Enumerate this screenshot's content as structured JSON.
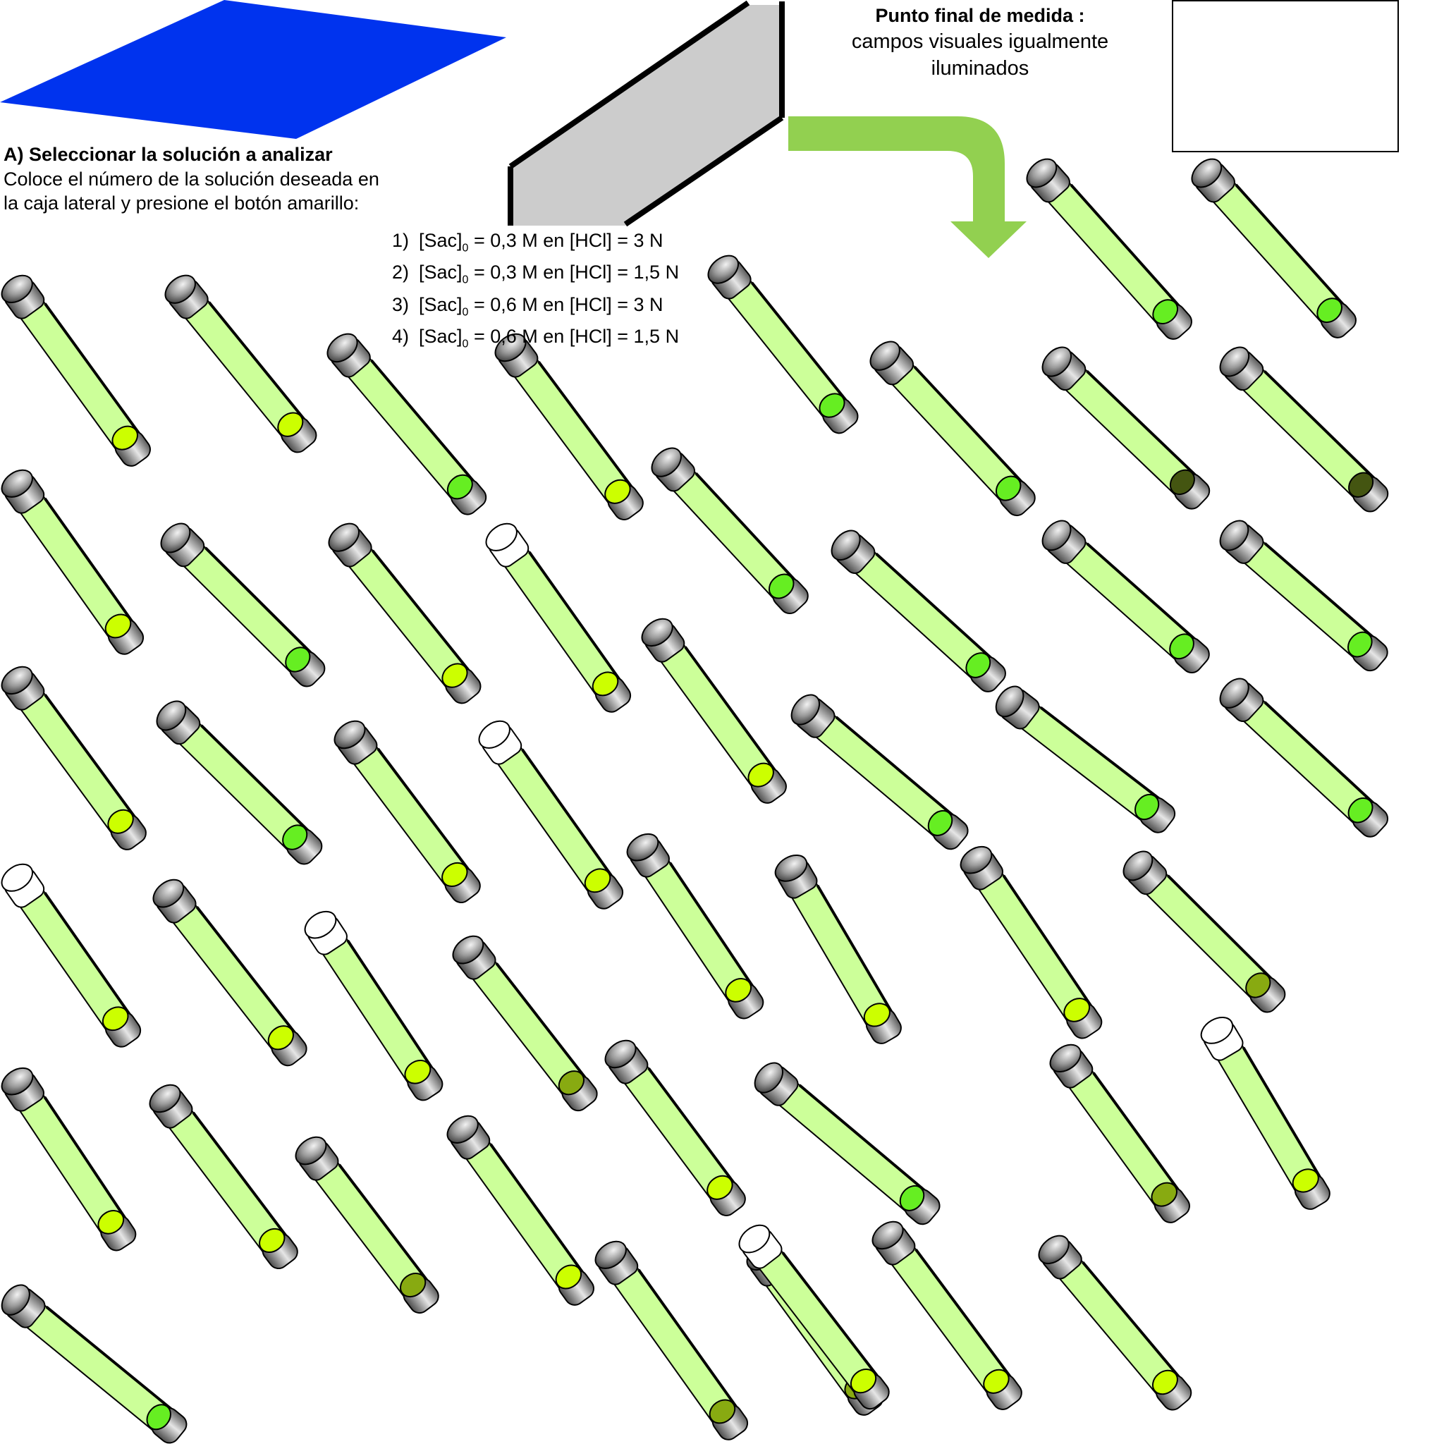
{
  "instructions": {
    "title": "A) Seleccionar la solución a analizar",
    "body": "Coloce el número de la solución deseada en la caja lateral y presione el botón amarillo:"
  },
  "solutions": [
    {
      "num": "1)",
      "label": "[Sac]",
      "sub": "0",
      "rest": " = 0,3 M en [HCl] = 3 N"
    },
    {
      "num": "2)",
      "label": "[Sac]",
      "sub": "0",
      "rest": " = 0,3 M en [HCl] = 1,5 N"
    },
    {
      "num": "3)",
      "label": "[Sac]",
      "sub": "0",
      "rest": " = 0,6 M en [HCl] = 3 N"
    },
    {
      "num": "4)",
      "label": "[Sac]",
      "sub": "0",
      "rest": " = 0,6 M en [HCl] = 1,5 N"
    }
  ],
  "endpoint": {
    "title": "Punto final de medida :",
    "description_line1": "campos visuales igualmente",
    "description_line2": "iluminados"
  },
  "colors": {
    "background": "#ffffff",
    "blue_plate": "#0033ee",
    "screen_grey": "#cccccc",
    "arrow_green": "#92d050",
    "tube_fill": "#ccff99",
    "tube_outline": "#000000",
    "cap_grey": "#7f7f7f",
    "cap_white": "#ffffff",
    "liquid_yellow": "#ccff00",
    "liquid_green": "#66ee22",
    "liquid_dark": "#445511",
    "liquid_olive": "#88aa11"
  },
  "tube_count": 48,
  "tubes": [
    {
      "cap": "grey",
      "liquid": "#ccff00"
    },
    {
      "cap": "grey",
      "liquid": "#ccff00"
    },
    {
      "cap": "grey",
      "liquid": "#66ee22"
    },
    {
      "cap": "grey",
      "liquid": "#ccff00"
    },
    {
      "cap": "grey",
      "liquid": "#66ee22"
    },
    {
      "cap": "grey",
      "liquid": "#66ee22"
    },
    {
      "cap": "grey",
      "liquid": "#66ee22"
    },
    {
      "cap": "grey",
      "liquid": "#66ee22"
    },
    {
      "cap": "grey",
      "liquid": "#445511"
    },
    {
      "cap": "grey",
      "liquid": "#445511"
    },
    {
      "cap": "grey",
      "liquid": "#ccff00"
    },
    {
      "cap": "grey",
      "liquid": "#66ee22"
    },
    {
      "cap": "grey",
      "liquid": "#ccff00"
    },
    {
      "cap": "white",
      "liquid": "#ccff00"
    },
    {
      "cap": "grey",
      "liquid": "#66ee22"
    },
    {
      "cap": "grey",
      "liquid": "#66ee22"
    },
    {
      "cap": "grey",
      "liquid": "#66ee22"
    },
    {
      "cap": "grey",
      "liquid": "#66ee22"
    },
    {
      "cap": "grey",
      "liquid": "#ccff00"
    },
    {
      "cap": "grey",
      "liquid": "#66ee22"
    },
    {
      "cap": "grey",
      "liquid": "#ccff00"
    },
    {
      "cap": "white",
      "liquid": "#ccff00"
    },
    {
      "cap": "grey",
      "liquid": "#ccff00"
    },
    {
      "cap": "grey",
      "liquid": "#66ee22"
    },
    {
      "cap": "grey",
      "liquid": "#66ee22"
    },
    {
      "cap": "grey",
      "liquid": "#66ee22"
    },
    {
      "cap": "white",
      "liquid": "#ccff00"
    },
    {
      "cap": "grey",
      "liquid": "#ccff00"
    },
    {
      "cap": "white",
      "liquid": "#ccff00"
    },
    {
      "cap": "grey",
      "liquid": "#88aa11"
    },
    {
      "cap": "grey",
      "liquid": "#ccff00"
    },
    {
      "cap": "grey",
      "liquid": "#ccff00"
    },
    {
      "cap": "grey",
      "liquid": "#ccff00"
    },
    {
      "cap": "grey",
      "liquid": "#88aa11"
    },
    {
      "cap": "grey",
      "liquid": "#ccff00"
    },
    {
      "cap": "grey",
      "liquid": "#ccff00"
    },
    {
      "cap": "grey",
      "liquid": "#88aa11"
    },
    {
      "cap": "grey",
      "liquid": "#ccff00"
    },
    {
      "cap": "grey",
      "liquid": "#ccff00"
    },
    {
      "cap": "grey",
      "liquid": "#66ee22"
    },
    {
      "cap": "grey",
      "liquid": "#88aa11"
    },
    {
      "cap": "white",
      "liquid": "#ccff00"
    },
    {
      "cap": "grey",
      "liquid": "#66ee22"
    },
    {
      "cap": "grey",
      "liquid": "#ccff00"
    },
    {
      "cap": "grey",
      "liquid": "#ccff00"
    },
    {
      "cap": "grey",
      "liquid": "#88aa11"
    },
    {
      "cap": "grey",
      "liquid": "#88aa11"
    },
    {
      "cap": "white",
      "liquid": "#ccff00"
    }
  ]
}
